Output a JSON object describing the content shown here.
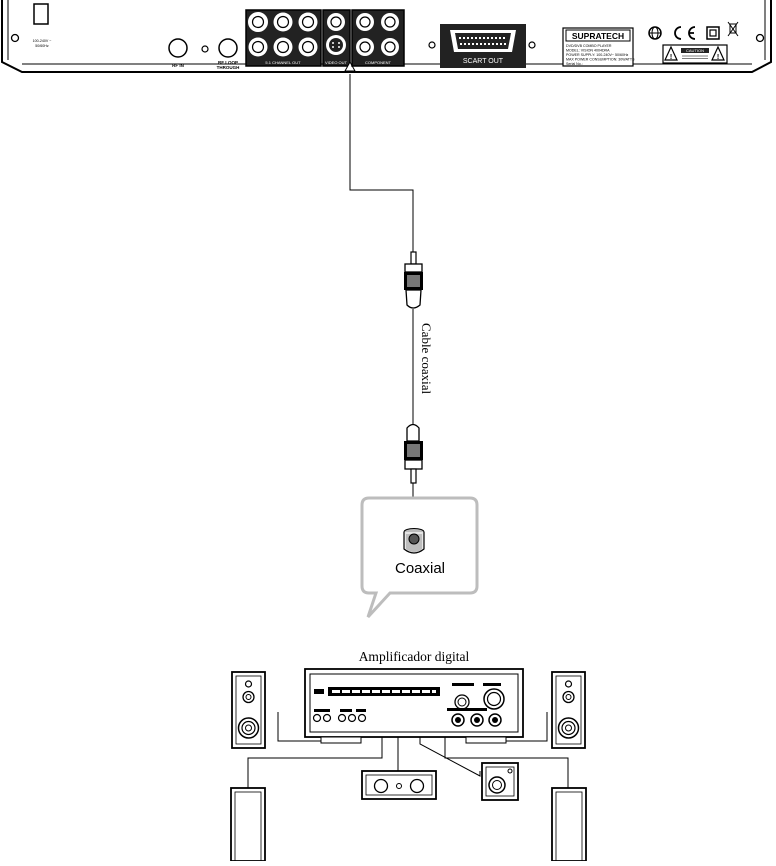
{
  "panel": {
    "voltage_line1": "100-240V ~",
    "voltage_line2": "50/60Hz",
    "rf_in": "RF IN",
    "rf_loop_line1": "RF LOOP",
    "rf_loop_line2": "THROUGH",
    "channel_out": "5.1 CHANNEL OUT",
    "video_out": "VIDEO OUT",
    "component": "COMPONENT",
    "scart_out": "SCART OUT",
    "brand": "SUPRATECH",
    "label_line1": "DVD/DVB COMBO PLAYER",
    "label_line2": "MODEL: VISION 4004DRA",
    "label_line3": "POWER SUPPLY: 100-240V~ 50/60Hz",
    "label_line4": "MAX POWER CONSUMPTION: 30WATTS",
    "label_line5": "Serial No.:",
    "caution": "CAUTION"
  },
  "cable_label": "Cable coaxial",
  "callout_label": "Coaxial",
  "amplifier_label": "Amplificador digital"
}
